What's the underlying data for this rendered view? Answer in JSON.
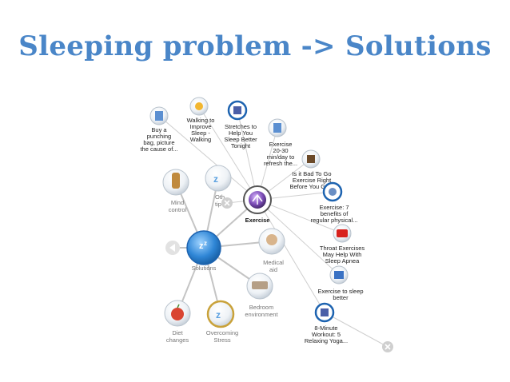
{
  "title": "Sleeping problem -> Solutions",
  "colors": {
    "title": "#4a86c8",
    "link": "#c4c4c4",
    "ring_blue": "#1d63b0",
    "ring_gold": "#c9a23a",
    "label_dark": "#222222",
    "label_gray": "#777777"
  },
  "diagram": {
    "hubs": [
      {
        "id": "solutions",
        "label": [
          "Solutions"
        ],
        "icon": "sleep-zz-icon",
        "role": "hub"
      },
      {
        "id": "exercise",
        "label": [
          "Exercise"
        ],
        "icon": "workout-person-icon",
        "role": "focus"
      }
    ],
    "categories": [
      {
        "id": "mind-control",
        "label": [
          "Mind",
          "control"
        ],
        "icon": "bottle-icon"
      },
      {
        "id": "other-tips",
        "label": [
          "Oth",
          "tip"
        ],
        "icon": "sleep-zz-icon"
      },
      {
        "id": "medical-aid",
        "label": [
          "Medical",
          "aid"
        ],
        "icon": "doctor-icon"
      },
      {
        "id": "bedroom-environment",
        "label": [
          "Bedroom",
          "environment"
        ],
        "icon": "bedroom-icon"
      },
      {
        "id": "diet-changes",
        "label": [
          "Diet",
          "changes"
        ],
        "icon": "apple-icon"
      },
      {
        "id": "overcoming-stress",
        "label": [
          "Overcoming",
          "Stress"
        ],
        "icon": "sleep-zz-icon"
      }
    ],
    "resources": [
      {
        "id": "buy-punching-bag",
        "label": [
          "Buy a",
          "punching",
          "bag, picture",
          "the cause of..."
        ],
        "icon": "document-icon"
      },
      {
        "id": "walking",
        "label": [
          "Walking to",
          "Improve",
          "Sleep -",
          "Walking"
        ],
        "icon": "sun-icon"
      },
      {
        "id": "stretches",
        "label": [
          "Stretches to",
          "Help You",
          "Sleep Better",
          "Tonight"
        ],
        "icon": "photo-icon"
      },
      {
        "id": "exercise-20-30",
        "label": [
          "Exercise",
          "20-30",
          "min/day to",
          "refresh the..."
        ],
        "icon": "document-icon"
      },
      {
        "id": "bad-to-go",
        "label": [
          "Is it Bad To Go",
          "Exercise Right",
          "Before You Go..."
        ],
        "icon": "photo-icon"
      },
      {
        "id": "exercise-7-benefits",
        "label": [
          "Exercise: 7",
          "benefits of",
          "regular physical..."
        ],
        "icon": "yoga-icon"
      },
      {
        "id": "throat-exercises",
        "label": [
          "Throat Exercises",
          "May Help With",
          "Sleep Apnea"
        ],
        "icon": "youtube-icon"
      },
      {
        "id": "exercise-better",
        "label": [
          "Exercise to sleep",
          "better"
        ],
        "icon": "web-icon"
      },
      {
        "id": "8-minute-workout",
        "label": [
          "8-Minute",
          "Workout: 5",
          "Relaxing Yoga..."
        ],
        "icon": "photo-icon"
      }
    ],
    "controls": [
      {
        "id": "close-left",
        "icon": "close-icon"
      },
      {
        "id": "close-bottom",
        "icon": "close-icon"
      },
      {
        "id": "collapse",
        "icon": "left-arrow-icon"
      }
    ]
  }
}
